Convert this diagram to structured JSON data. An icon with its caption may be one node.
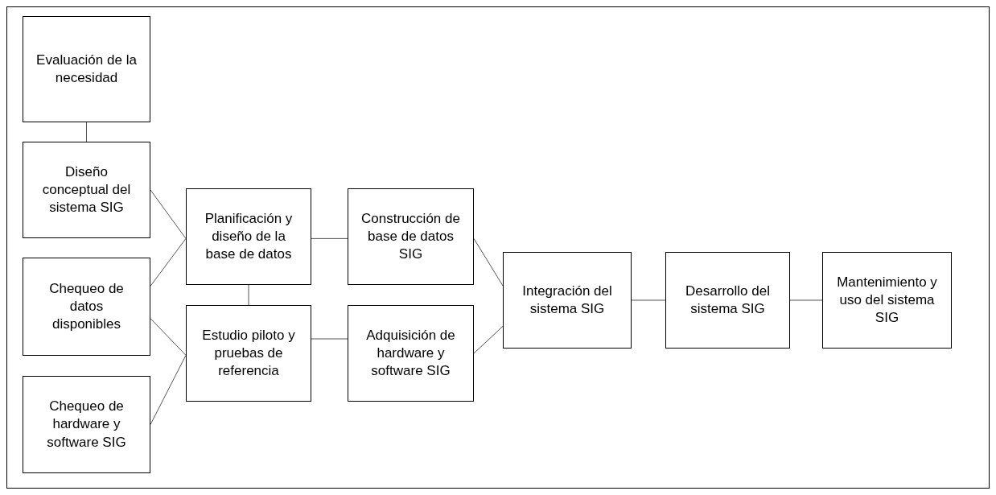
{
  "diagram": {
    "nodes": [
      {
        "text": [
          "Evaluación de la necesidad"
        ]
      },
      {
        "text": [
          "Diseño conceptual del sistema SIG"
        ]
      },
      {
        "text": [
          "Chequeo de datos disponibles"
        ]
      },
      {
        "text": [
          "Chequeo de hardware y software SIG"
        ]
      },
      {
        "text": [
          "Planificación y diseño de la base de datos"
        ]
      },
      {
        "text": [
          "Estudio piloto y pruebas de referencia"
        ]
      },
      {
        "text": [
          "Construcción de base de datos SIG"
        ]
      },
      {
        "text": [
          "Adquisición de hardware y software SIG"
        ]
      },
      {
        "text": [
          "Integración del sistema SIG"
        ]
      },
      {
        "text": [
          "Desarrollo del sistema SIG"
        ]
      },
      {
        "text": [
          "Mantenimiento y uso del sistema SIG"
        ]
      }
    ],
    "edges": [
      {
        "from": 0,
        "to": 1,
        "arrow": "none"
      },
      {
        "from": 1,
        "to": 4,
        "arrow": "none"
      },
      {
        "from": 2,
        "to": 4,
        "arrow": "none"
      },
      {
        "from": 2,
        "to": 5,
        "arrow": "none"
      },
      {
        "from": 3,
        "to": 5,
        "arrow": "none"
      },
      {
        "from": 4,
        "to": 5,
        "arrow": "none"
      },
      {
        "from": 4,
        "to": 6,
        "arrow": "none"
      },
      {
        "from": 5,
        "to": 7,
        "arrow": "none"
      },
      {
        "from": 6,
        "to": 8,
        "arrow": "none"
      },
      {
        "from": 7,
        "to": 8,
        "arrow": "none"
      },
      {
        "from": 8,
        "to": 9,
        "arrow": "none"
      },
      {
        "from": 9,
        "to": 10,
        "arrow": "none"
      }
    ]
  }
}
